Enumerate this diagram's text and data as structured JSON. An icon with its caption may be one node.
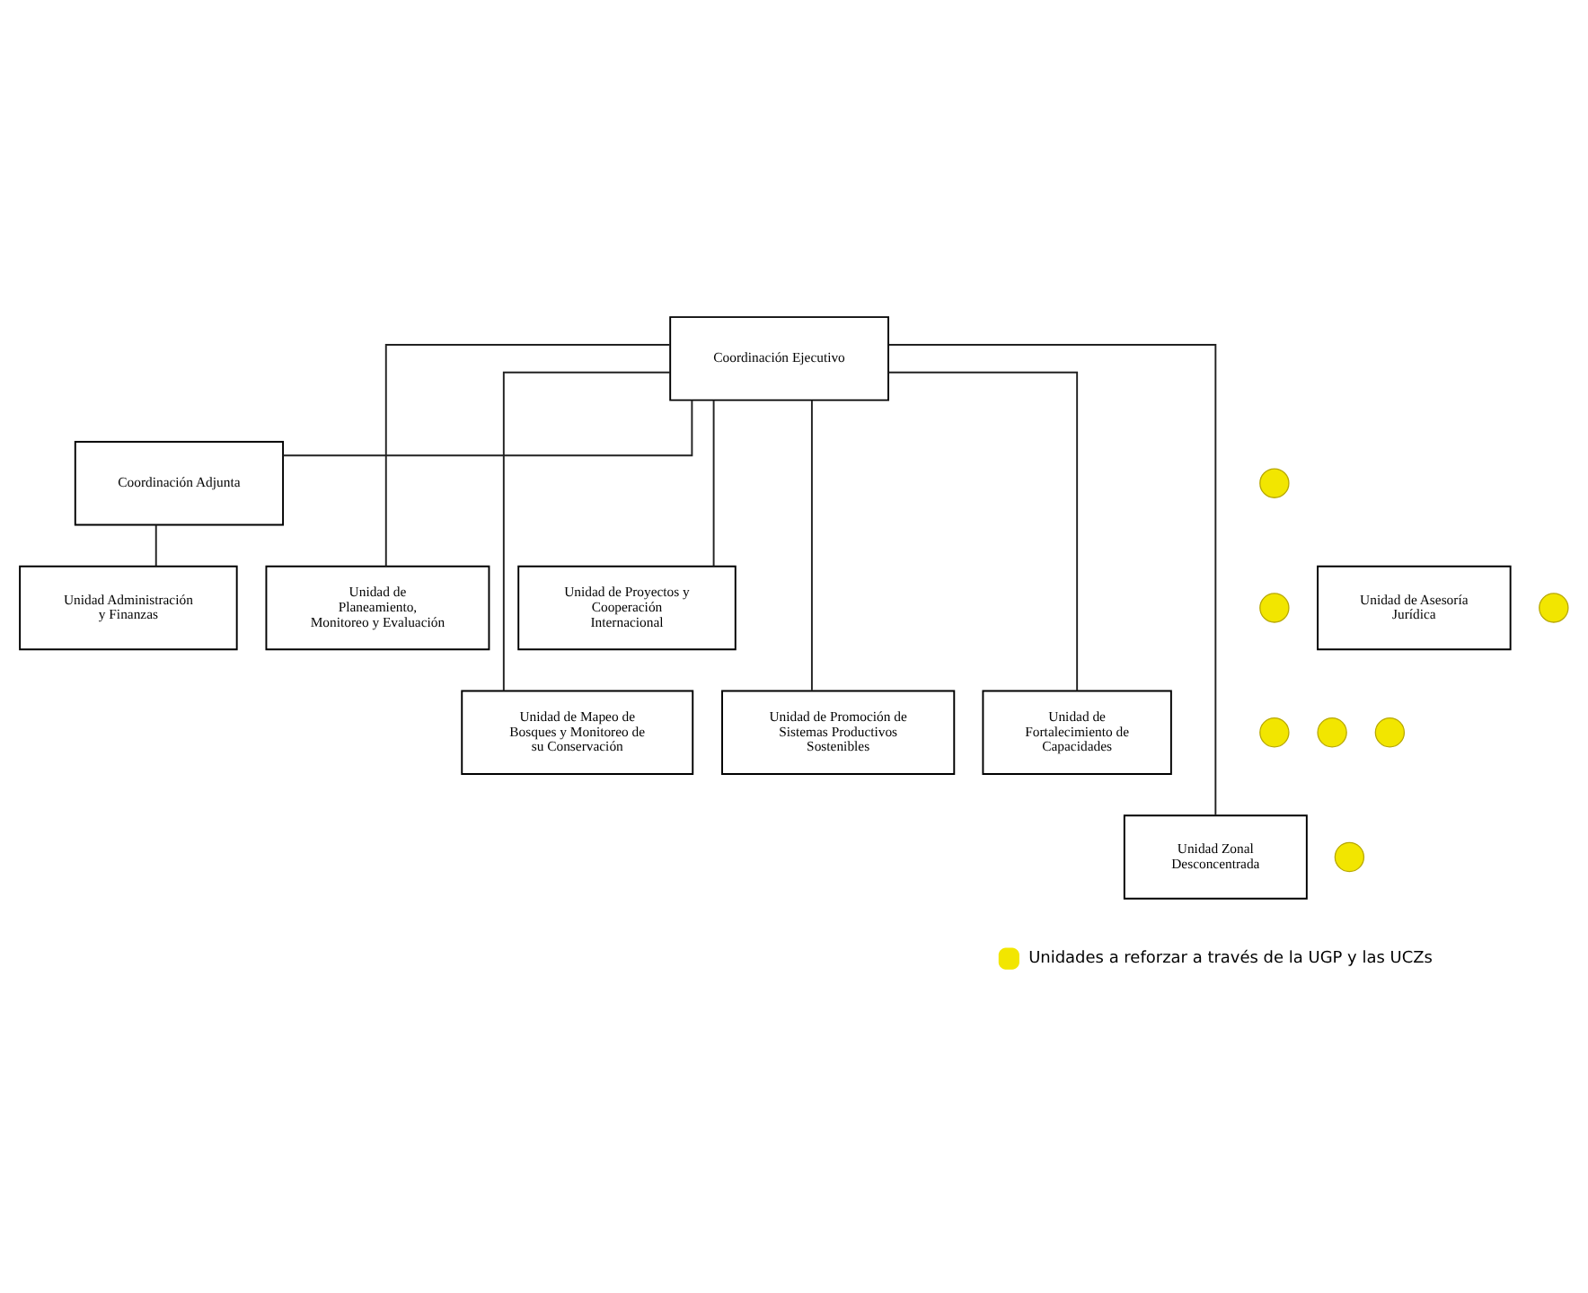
{
  "diagram": {
    "nodes": [
      {
        "text": [
          "Coordinación Ejecutivo"
        ]
      },
      {
        "text": [
          "Coordinación Adjunta"
        ]
      },
      {
        "text": [
          "Unidad Administración y Finanzas"
        ]
      },
      {
        "text": [
          "Unidad de Asesoría Jurídica"
        ]
      },
      {
        "text": [
          "Unidad de Planeamiento, Monitoreo y Evaluación"
        ]
      },
      {
        "text": [
          "Unidad de Proyectos y Cooperación Internacional"
        ]
      },
      {
        "text": [
          "Unidad de Mapeo de Bosques y Monitoreo de su Conservación"
        ]
      },
      {
        "text": [
          "Unidad de Promoción de Sistemas Productivos Sostenibles"
        ]
      },
      {
        "text": [
          "Unidad de Fortalecimiento de Capacidades"
        ]
      },
      {
        "text": [
          "Unidad Zonal Desconcentrada"
        ]
      },
      {
        "text": [],
        "shape": "circle"
      },
      {
        "text": [],
        "shape": "circle"
      },
      {
        "text": [],
        "shape": "circle"
      },
      {
        "text": [],
        "shape": "circle"
      },
      {
        "text": [],
        "shape": "circle"
      },
      {
        "text": [],
        "shape": "circle"
      },
      {
        "text": [],
        "shape": "circle"
      }
    ],
    "edges": [
      {
        "from": 0,
        "to": 1,
        "arrow": "none"
      },
      {
        "from": 0,
        "to": 4,
        "arrow": "none"
      },
      {
        "from": 0,
        "to": 5,
        "arrow": "none"
      },
      {
        "from": 1,
        "to": 2,
        "arrow": "none"
      },
      {
        "from": 0,
        "to": 6,
        "arrow": "none"
      },
      {
        "from": 0,
        "to": 7,
        "arrow": "none"
      },
      {
        "from": 0,
        "to": 8,
        "arrow": "none"
      },
      {
        "from": 0,
        "to": 9,
        "arrow": "none"
      }
    ],
    "legend": [
      {
        "text": "Unidades a reforzar a través de la UGP y las UCZs",
        "color": "#f2e600"
      }
    ]
  }
}
